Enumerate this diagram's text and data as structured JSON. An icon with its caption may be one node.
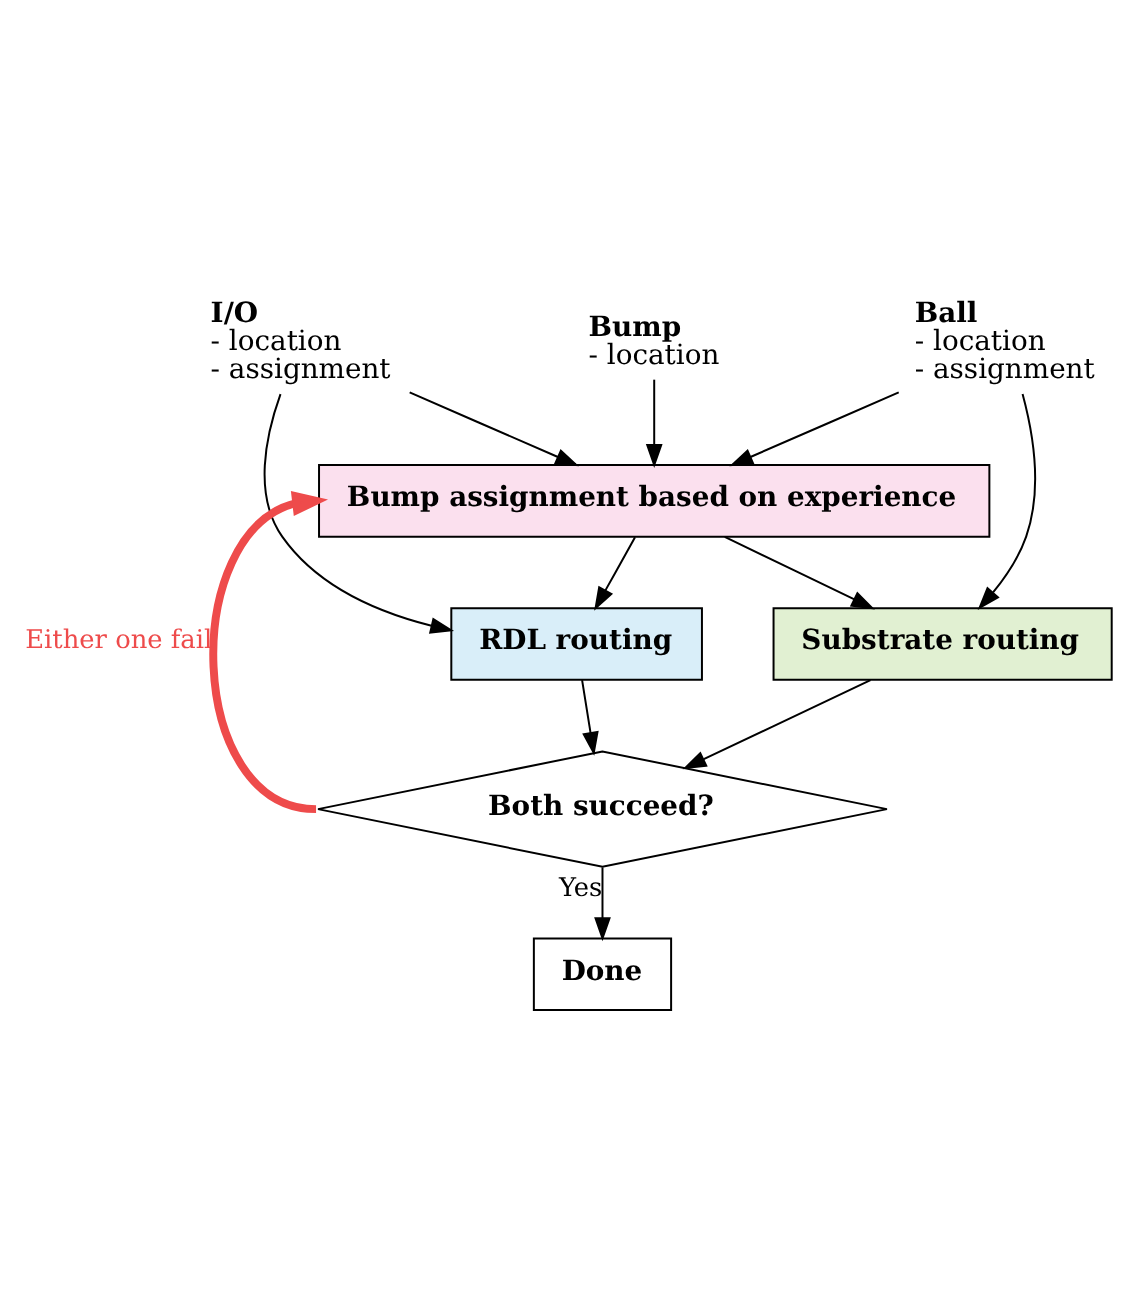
{
  "diagram": {
    "nodes": [
      {
        "text": [
          "I/O",
          "- location",
          "- assignment"
        ]
      },
      {
        "text": [
          "Bump",
          "- location"
        ]
      },
      {
        "text": [
          "Ball",
          "- location",
          "- assignment"
        ]
      },
      {
        "text": [
          "Bump assignment based on experience"
        ]
      },
      {
        "text": [
          "RDL routing"
        ]
      },
      {
        "text": [
          "Substrate routing"
        ]
      },
      {
        "text": [
          "Both succeed?"
        ]
      },
      {
        "text": [
          "Done"
        ]
      }
    ],
    "edges": [
      {
        "from": 0,
        "to": 3,
        "arrow": "to"
      },
      {
        "from": 0,
        "to": 4,
        "arrow": "to"
      },
      {
        "from": 1,
        "to": 3,
        "arrow": "to"
      },
      {
        "from": 2,
        "to": 3,
        "arrow": "to"
      },
      {
        "from": 2,
        "to": 5,
        "arrow": "to"
      },
      {
        "from": 3,
        "to": 4,
        "arrow": "to"
      },
      {
        "from": 3,
        "to": 5,
        "arrow": "to"
      },
      {
        "from": 4,
        "to": 6,
        "arrow": "to"
      },
      {
        "from": 5,
        "to": 6,
        "arrow": "to"
      },
      {
        "from": 6,
        "to": 3,
        "arrow": "to",
        "label": "Either one fail",
        "style": "thick",
        "color": "#ee4b4b"
      },
      {
        "from": 6,
        "to": 7,
        "arrow": "to",
        "label": "Yes"
      }
    ]
  }
}
